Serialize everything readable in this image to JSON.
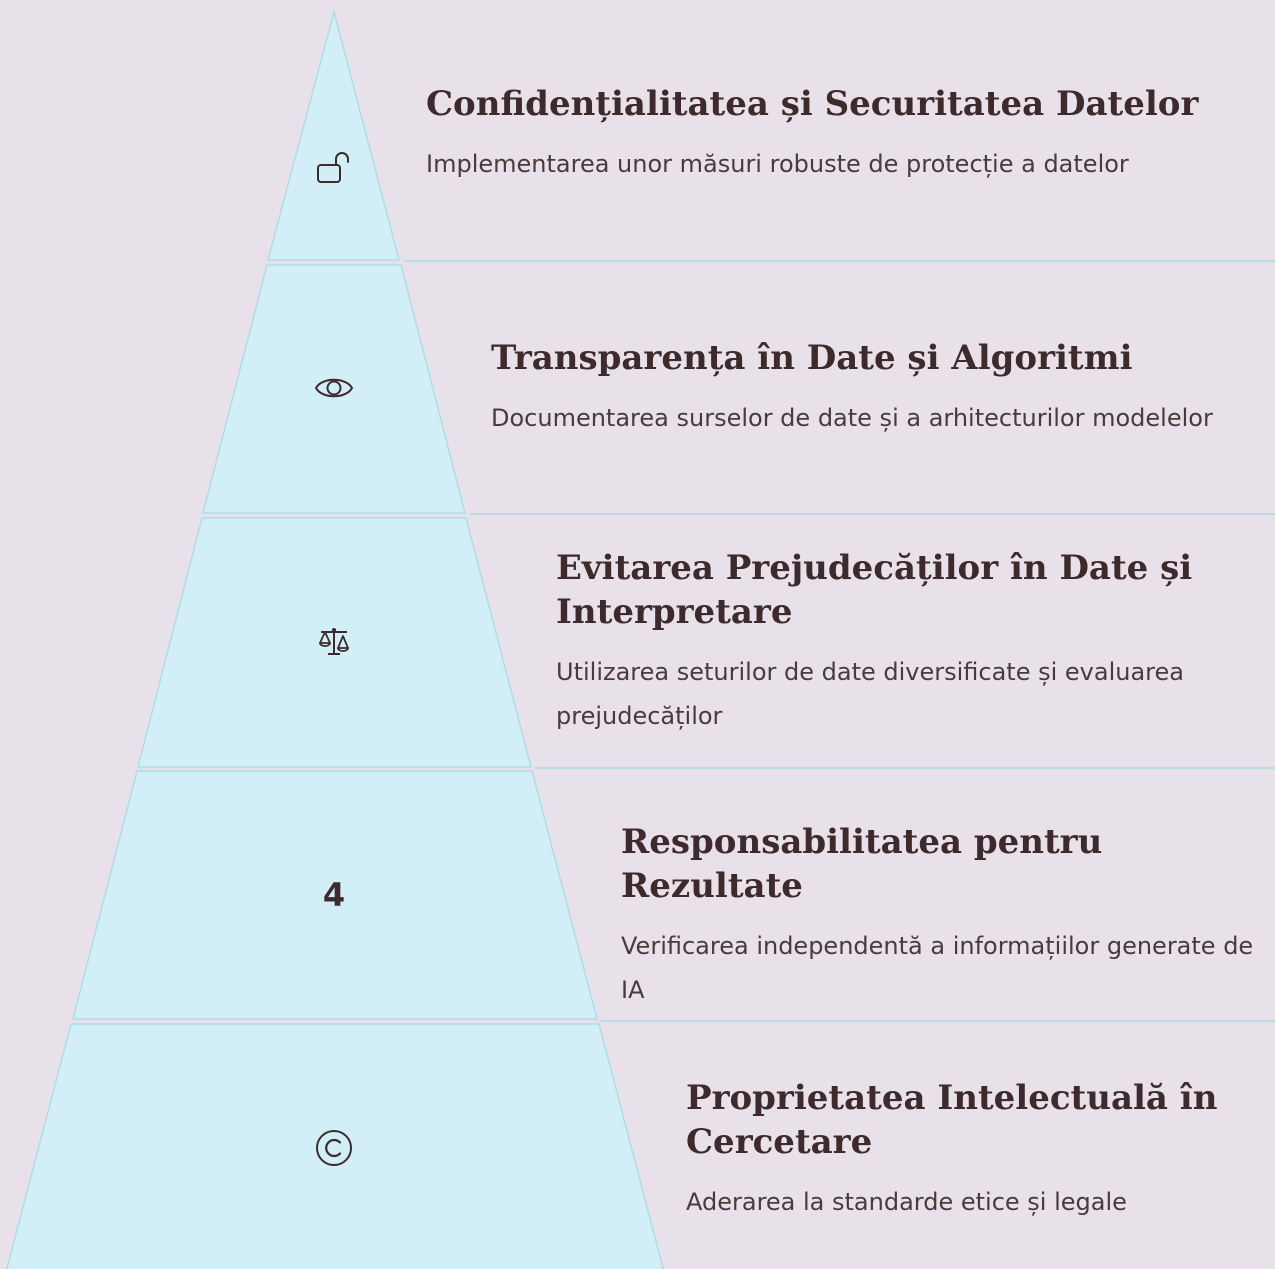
{
  "tiers": [
    {
      "icon": "lock-open-icon",
      "title": "Confidențialitatea și Securitatea Datelor",
      "description": "Implementarea unor măsuri robuste de protecție a datelor"
    },
    {
      "icon": "eye-icon",
      "title": "Transparența în Date și Algoritmi",
      "description": "Documentarea surselor de date și a arhitecturilor modelelor"
    },
    {
      "icon": "scales-icon",
      "title": "Evitarea Prejudecăților în Date și Interpretare",
      "description": "Utilizarea seturilor de date diversificate și evaluarea prejudecăților"
    },
    {
      "icon": "number-four",
      "label": "4",
      "title": "Responsabilitatea pentru Rezultate",
      "description": "Verificarea independentă a informațiilor generate de IA"
    },
    {
      "icon": "copyright-icon",
      "title": "Proprietatea Intelectuală în Cercetare",
      "description": "Aderarea la standarde etice și legale"
    }
  ],
  "colors": {
    "background": "#e8e1e9",
    "tier_fill": "#d2eff7",
    "tier_stroke": "#aedde9",
    "divider": "#b9dde6",
    "text_dark": "#3d2a2c"
  }
}
